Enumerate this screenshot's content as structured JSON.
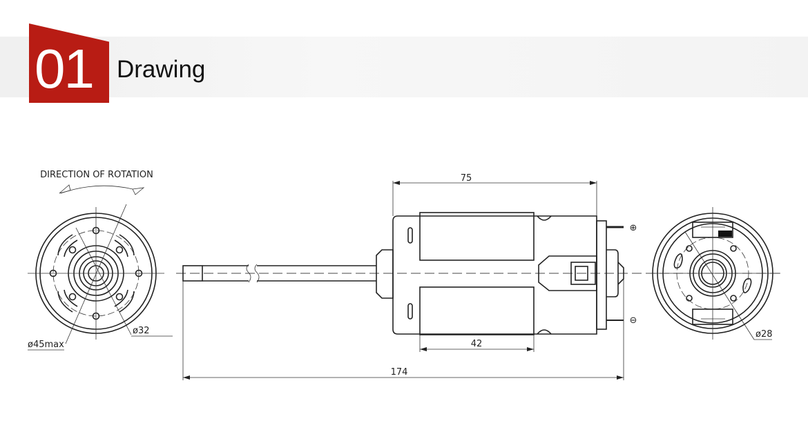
{
  "header": {
    "number": "01",
    "title": "Drawing"
  },
  "drawing": {
    "rotation_label": "DIRECTION OF ROTATION",
    "dim_outer_diameter": "ø45max",
    "dim_pitch_diameter": "ø32",
    "dim_rear_diameter": "ø28",
    "dim_body_length": "75",
    "dim_magnet_length": "42",
    "dim_total_length": "174",
    "terminal_positive": "⊕",
    "terminal_negative": "⊖"
  }
}
